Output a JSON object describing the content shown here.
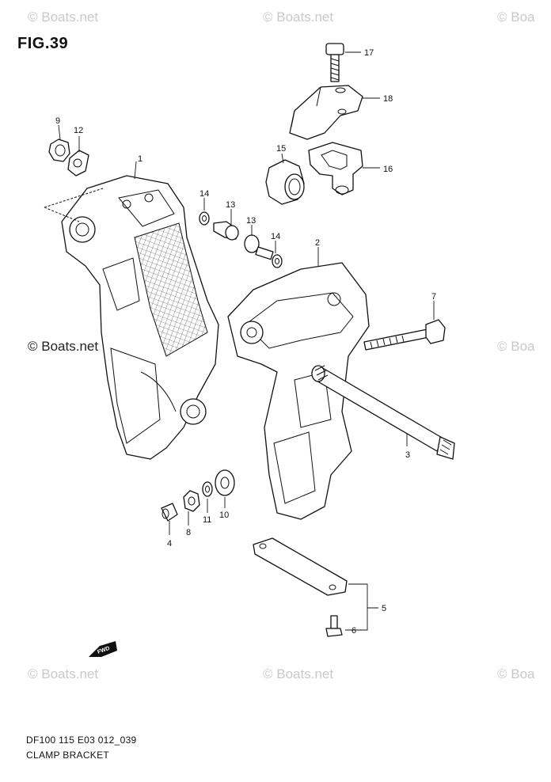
{
  "figure": {
    "title": "FIG.39",
    "model_code": "DF100 115 E03 012_039",
    "caption": "CLAMP BRACKET"
  },
  "watermarks": {
    "faint": [
      "© Boats.net",
      "© Boats.net",
      "© Boa",
      "© Boa",
      "© Boats.net",
      "© Boats.net",
      "© Boa"
    ],
    "strong": "© Boats.net"
  },
  "callouts": [
    "1",
    "2",
    "3",
    "4",
    "5",
    "6",
    "7",
    "8",
    "9",
    "10",
    "11",
    "12",
    "13",
    "13",
    "14",
    "14",
    "15",
    "16",
    "17",
    "18"
  ],
  "fwd_arrow": {
    "label": "FWD"
  },
  "colors": {
    "line": "#111111",
    "watermark": "#c9c9c9",
    "background": "#ffffff"
  }
}
